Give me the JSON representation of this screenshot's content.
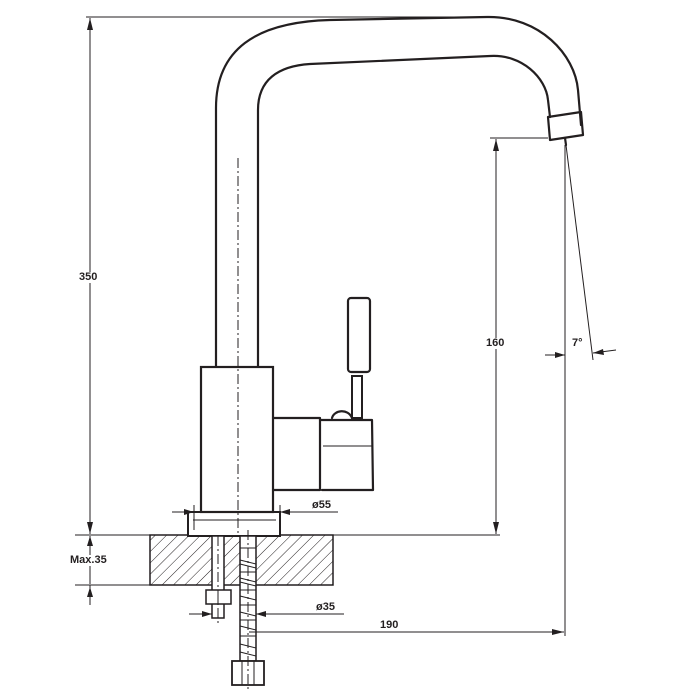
{
  "dimensions": {
    "total_height": "350",
    "spout_clearance": "160",
    "spout_reach": "190",
    "base_diameter": "ø55",
    "shank_diameter": "ø35",
    "max_counter_thickness": "Max.35",
    "spout_angle": "7°"
  },
  "colors": {
    "line": "#231f20",
    "background": "#ffffff"
  }
}
